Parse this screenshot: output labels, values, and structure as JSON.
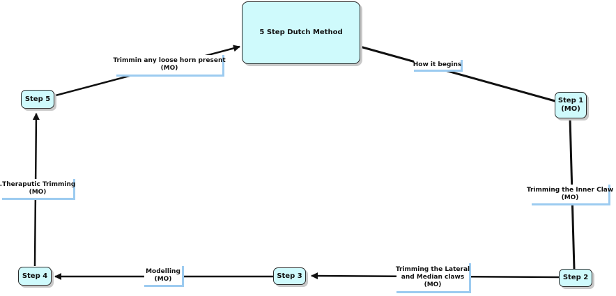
{
  "diagram": {
    "nodes": {
      "main": {
        "title": "5 Step Dutch Method"
      },
      "step1": {
        "title": "Step 1",
        "sub": "(MO)"
      },
      "step2": {
        "title": "Step 2"
      },
      "step3": {
        "title": "Step 3"
      },
      "step4": {
        "title": "Step 4"
      },
      "step5": {
        "title": "Step 5"
      }
    },
    "edges": {
      "how_it_begins": {
        "line1": "How it begins"
      },
      "inner_claw": {
        "line1": "Trimming the Inner Claw",
        "line2": "(MO)"
      },
      "lateral_median": {
        "line1": "Trimming the Lateral",
        "line2": "and Median claws",
        "line3": "(MO)"
      },
      "modelling": {
        "line1": "Modelling",
        "line2": "(MO)"
      },
      "theraputic": {
        "line1": ".Theraputic Trimming",
        "line2": "(MO)"
      },
      "loose_horn": {
        "line1": "Trimmin any loose horn present",
        "line2": "(MO)"
      }
    },
    "colors": {
      "node_fill": "#cffafc",
      "node_border": "#2b2b2b",
      "edge": "#111111",
      "label_shadow": "#9ccbf0"
    }
  }
}
